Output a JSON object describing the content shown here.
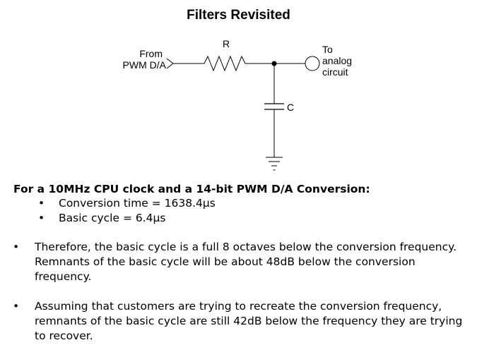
{
  "title": "Filters Revisited",
  "diagram": {
    "input_label_line1": "From",
    "input_label_line2": "PWM D/A",
    "resistor_label": "R",
    "capacitor_label": "C",
    "output_label_line1": "To",
    "output_label_line2": "analog",
    "output_label_line3": "circuit"
  },
  "heading": "For a 10MHz CPU clock and a 14-bit PWM D/A Conversion:",
  "sub_bullets": [
    {
      "marker": "•",
      "text": "Conversion time = 1638.4µs"
    },
    {
      "marker": "•",
      "text": "Basic cycle = 6.4µs"
    }
  ],
  "bullets": [
    {
      "marker": "•",
      "text": "Therefore, the basic cycle is a full 8 octaves below the conversion frequency. Remnants of the basic cycle will be about 48dB below the conversion frequency."
    },
    {
      "marker": "•",
      "text": "Assuming that customers are trying to recreate the conversion frequency, remnants of the basic cycle are still 42dB below the frequency they are trying to recover."
    }
  ]
}
